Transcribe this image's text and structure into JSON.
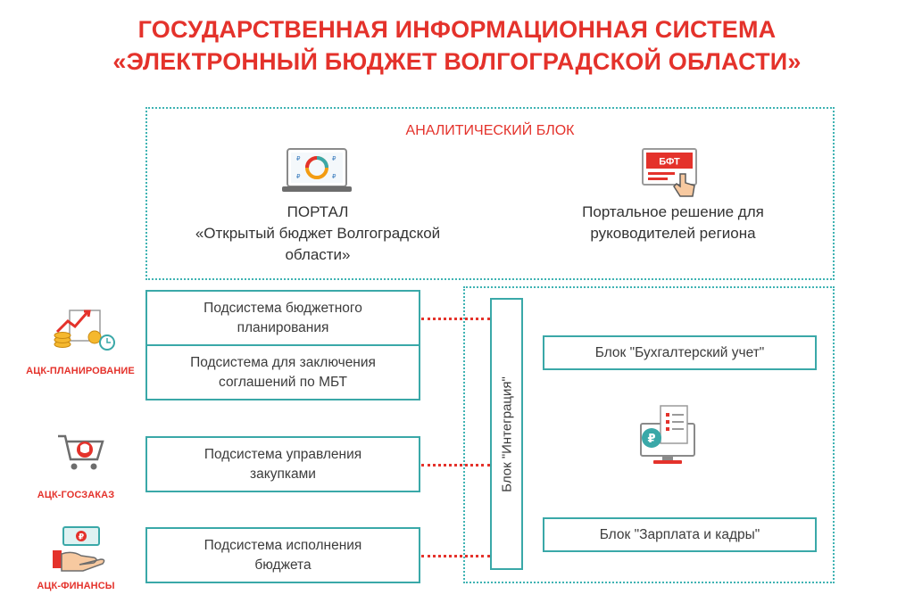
{
  "title": {
    "line1": "ГОСУДАРСТВЕННАЯ ИНФОРМАЦИОННАЯ СИСТЕМА",
    "line2": "«ЭЛЕКТРОННЫЙ БЮДЖЕТ ВОЛГОГРАДСКОЙ ОБЛАСТИ»"
  },
  "analytic_block": {
    "heading": "АНАЛИТИЧЕСКИЙ БЛОК",
    "portal": {
      "line1": "ПОРТАЛ",
      "line2": "«Открытый бюджет Волгоградской",
      "line3": "области»",
      "icon": "laptop-ruble-chart-icon"
    },
    "leaders": {
      "line1": "Портальное решение для",
      "line2": "руководителей региона",
      "icon": "bft-touch-screen-icon",
      "icon_text": "БФТ"
    }
  },
  "subsystems": [
    {
      "line1": "Подсистема бюджетного",
      "line2": "планирования"
    },
    {
      "line1": "Подсистема для заключения",
      "line2": "соглашений по МБТ"
    },
    {
      "line1": "Подсистема управления",
      "line2": "закупками"
    },
    {
      "line1": "Подсистема исполнения",
      "line2": "бюджета"
    }
  ],
  "side_labels": {
    "planning": "АЦК-ПЛАНИРОВАНИЕ",
    "goszakaz": "АЦК-ГОСЗАКАЗ",
    "finance": "АЦК-ФИНАНСЫ"
  },
  "integration": {
    "label": "Блок \"Интеграция\""
  },
  "right_blocks": {
    "accounting": "Блок \"Бухгалтерский учет\"",
    "salary": "Блок \"Зарплата и кадры\"",
    "icon": "monitor-ruble-documents-icon"
  },
  "colors": {
    "title_red": "#e4322b",
    "teal": "#3aa8a8",
    "text": "#3c3c3c"
  }
}
